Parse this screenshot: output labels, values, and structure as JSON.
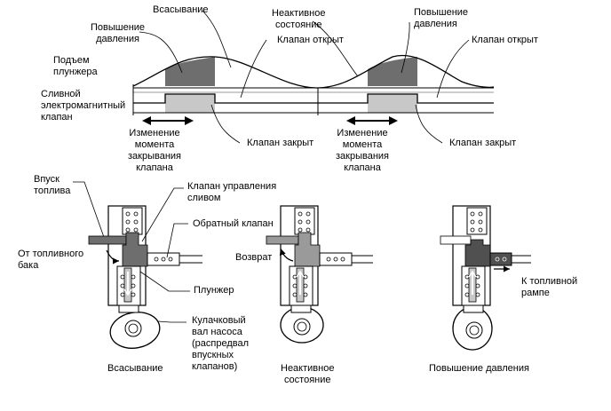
{
  "timing": {
    "lbl_plunger_lift": "Подъем\nплунжера",
    "lbl_spill_valve": "Сливной\nэлектромагнитный\nклапан",
    "lbl_suction": "Всасывание",
    "lbl_pressurize_1": "Повышение\nдавления",
    "lbl_inactive": "Неактивное\nсостояние",
    "lbl_valve_open_1": "Клапан открыт",
    "lbl_pressurize_2": "Повышение\nдавления",
    "lbl_valve_open_2": "Клапан открыт",
    "lbl_closing_change_1": "Изменение\nмомента\nзакрывания\nклапана",
    "lbl_valve_closed_1": "Клапан закрыт",
    "lbl_closing_change_2": "Изменение\nмомента\nзакрывания\nклапана",
    "lbl_valve_closed_2": "Клапан закрыт"
  },
  "pump": {
    "lbl_fuel_inlet": "Впуск\nтоплива",
    "lbl_from_tank": "От топливного\nбака",
    "lbl_spill_control_valve": "Клапан управления\nсливом",
    "lbl_check_valve": "Обратный клапан",
    "lbl_plunger": "Плунжер",
    "lbl_cam": "Кулачковый\nвал насоса\n(распредвал\nвпускных\nклапанов)",
    "lbl_return": "Возврат",
    "lbl_to_rail": "К топливной\nрампе",
    "cap_suction": "Всасывание",
    "cap_inactive": "Неактивное\nсостояние",
    "cap_pressurize": "Повышение давления"
  },
  "colors": {
    "dark_fill": "#6e6e6e",
    "light_fill": "#c8c8c8",
    "line": "#000000",
    "fuel_dark": "#505050",
    "fuel_light": "#9a9a9a"
  }
}
